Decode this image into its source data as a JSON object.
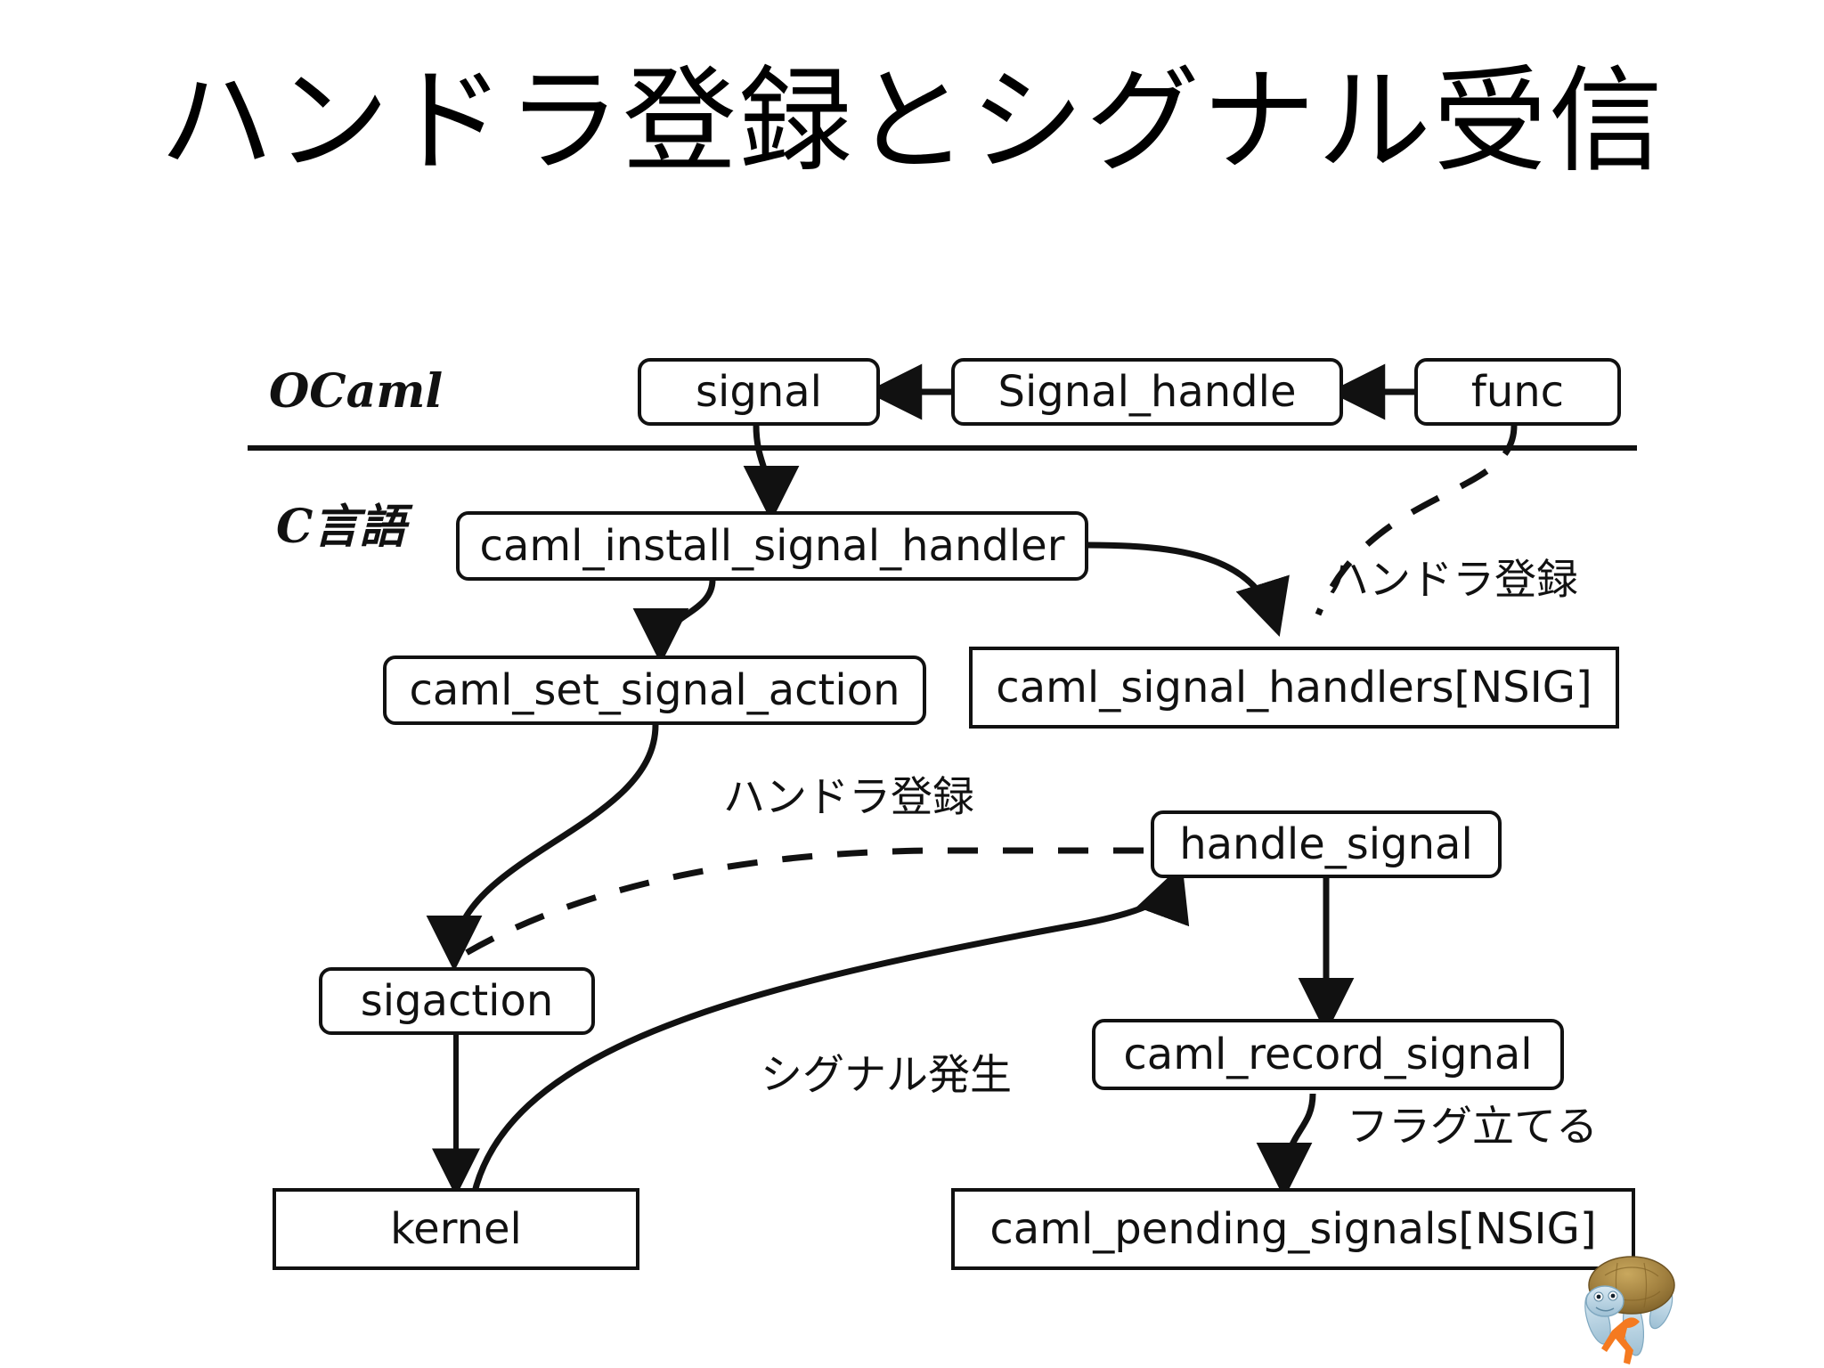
{
  "slide": {
    "title": "ハンドラ登録とシグナル受信",
    "background_color": "#ffffff",
    "text_color": "#111111"
  },
  "diagram": {
    "type": "flow-diagram",
    "layers": [
      {
        "id": "ocaml",
        "label": "OCaml"
      },
      {
        "id": "c",
        "label": "C言語"
      }
    ],
    "nodes": [
      {
        "id": "signal",
        "label": "signal",
        "layer": "ocaml",
        "shape": "rounded"
      },
      {
        "id": "signal_handle",
        "label": "Signal_handle",
        "layer": "ocaml",
        "shape": "rounded"
      },
      {
        "id": "func",
        "label": "func",
        "layer": "ocaml",
        "shape": "rounded"
      },
      {
        "id": "caml_install",
        "label": "caml_install_signal_handler",
        "layer": "c",
        "shape": "rounded"
      },
      {
        "id": "caml_set_action",
        "label": "caml_set_signal_action",
        "layer": "c",
        "shape": "rounded"
      },
      {
        "id": "caml_signal_handlers",
        "label": "caml_signal_handlers[NSIG]",
        "layer": "c",
        "shape": "sharp"
      },
      {
        "id": "handle_signal",
        "label": "handle_signal",
        "layer": "c",
        "shape": "rounded"
      },
      {
        "id": "sigaction",
        "label": "sigaction",
        "layer": "c",
        "shape": "rounded"
      },
      {
        "id": "caml_record_signal",
        "label": "caml_record_signal",
        "layer": "c",
        "shape": "rounded"
      },
      {
        "id": "kernel",
        "label": "kernel",
        "layer": "c",
        "shape": "sharp"
      },
      {
        "id": "caml_pending_signals",
        "label": "caml_pending_signals[NSIG]",
        "layer": "c",
        "shape": "sharp"
      }
    ],
    "edge_notes": [
      {
        "id": "note-register-1",
        "label": "ハンドラ登録",
        "edge": "func -> caml_signal_handlers",
        "style": "dashed"
      },
      {
        "id": "note-register-2",
        "label": "ハンドラ登録",
        "edge": "handle_signal -> sigaction",
        "style": "dashed"
      },
      {
        "id": "note-signal-raised",
        "label": "シグナル発生",
        "edge": "kernel -> handle_signal",
        "style": "solid"
      },
      {
        "id": "note-set-flag",
        "label": "フラグ立てる",
        "edge": "caml_record_signal -> caml_pending_signals",
        "style": "solid"
      }
    ],
    "edges": [
      {
        "from": "signal_handle",
        "to": "signal",
        "style": "solid"
      },
      {
        "from": "func",
        "to": "signal_handle",
        "style": "solid"
      },
      {
        "from": "signal",
        "to": "caml_install",
        "style": "solid"
      },
      {
        "from": "caml_install",
        "to": "caml_set_action",
        "style": "solid"
      },
      {
        "from": "caml_install",
        "to": "caml_signal_handlers",
        "style": "solid"
      },
      {
        "from": "func",
        "to": "caml_signal_handlers",
        "style": "dashed"
      },
      {
        "from": "caml_set_action",
        "to": "sigaction",
        "style": "solid"
      },
      {
        "from": "handle_signal",
        "to": "sigaction",
        "style": "dashed"
      },
      {
        "from": "sigaction",
        "to": "kernel",
        "style": "solid"
      },
      {
        "from": "kernel",
        "to": "handle_signal",
        "style": "solid"
      },
      {
        "from": "handle_signal",
        "to": "caml_record_signal",
        "style": "solid"
      },
      {
        "from": "caml_record_signal",
        "to": "caml_pending_signals",
        "style": "solid"
      }
    ]
  },
  "mascot": {
    "name": "ocaml-turtle-mascot",
    "shell_color": "#9c7b3a",
    "body_color": "#b8d4e3",
    "accent_color": "#f57a20"
  }
}
